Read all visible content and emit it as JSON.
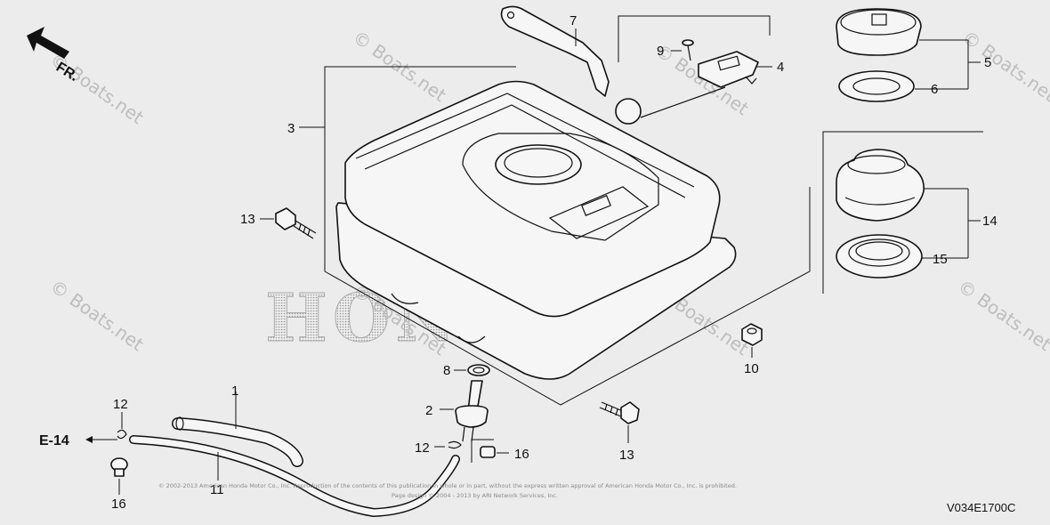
{
  "direction_label": "FR.",
  "reference_label": "E-14",
  "diagram_code": "V034E1700C",
  "brand_watermark": "HONDA",
  "watermark_text": "© Boats.net",
  "copyright_line_1": "© 2002-2013 American Honda Motor Co., Inc. Reproduction of the contents of this publication in whole or in part, without the express written approval of American Honda Motor Co., Inc. is prohibited.",
  "copyright_line_2": "Page design © 2004 - 2013 by ARI Network Services, Inc.",
  "callouts": {
    "c1": "1",
    "c2": "2",
    "c3": "3",
    "c4": "4",
    "c5": "5",
    "c6": "6",
    "c7": "7",
    "c8": "8",
    "c9": "9",
    "c10": "10",
    "c11": "11",
    "c12a": "12",
    "c12b": "12",
    "c13a": "13",
    "c13b": "13",
    "c14": "14",
    "c15": "15",
    "c16a": "16",
    "c16b": "16"
  }
}
